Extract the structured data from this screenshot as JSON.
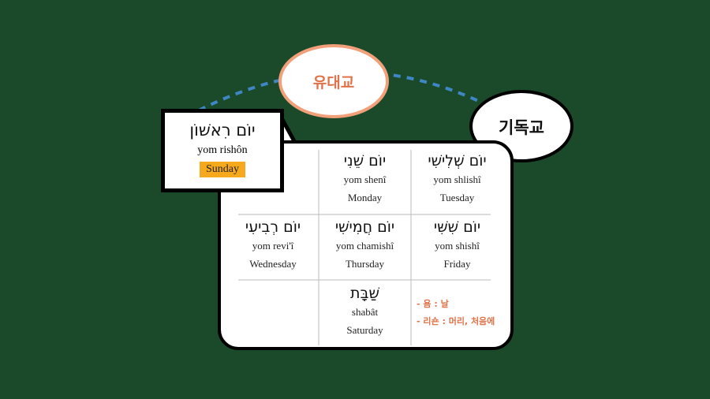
{
  "bubbles": {
    "judaism": "유대교",
    "christianity": "기독교"
  },
  "callout": {
    "hebrew": "יוֹם רִאשׁוֹן",
    "transliteration": "yom rishôn",
    "english": "Sunday"
  },
  "days": [
    {
      "hebrew": "יוֹם שֵׁנִי",
      "transliteration": "yom shenî",
      "english": "Monday"
    },
    {
      "hebrew": "יוֹם שְׁלִישִׁי",
      "transliteration": "yom shlishî",
      "english": "Tuesday"
    },
    {
      "hebrew": "יוֹם רְבִיעִי",
      "transliteration": "yom revi'î",
      "english": "Wednesday"
    },
    {
      "hebrew": "יוֹם חֲמִישִׁי",
      "transliteration": "yom chamishî",
      "english": "Thursday"
    },
    {
      "hebrew": "יוֹם שִׁשִּׁי",
      "transliteration": "yom shishî",
      "english": "Friday"
    },
    {
      "hebrew": "שַׁבָּת",
      "transliteration": "shabât",
      "english": "Saturday"
    }
  ],
  "notes": [
    "- 욤 : 날",
    "- 리숀 : 머리, 처음에"
  ],
  "colors": {
    "background": "#1a4a2a",
    "accent_orange": "#e0734a",
    "highlight": "#f7a91d",
    "dashed_arc": "#3f86c4"
  }
}
